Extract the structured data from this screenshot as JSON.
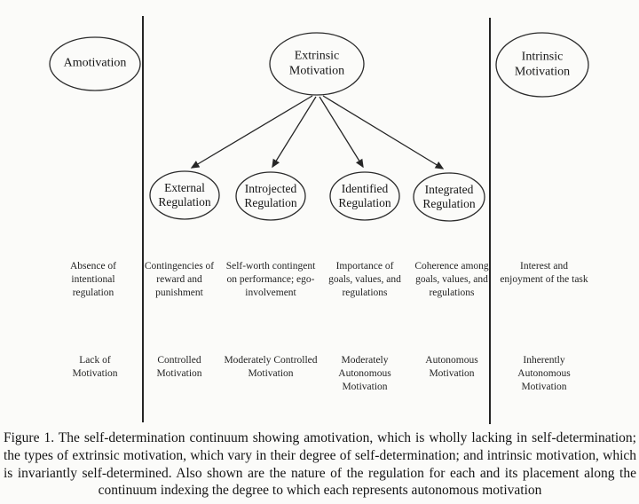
{
  "figure": {
    "top_nodes": [
      {
        "id": "amotivation",
        "label": "Amotivation"
      },
      {
        "id": "extrinsic-motivation",
        "label": "Extrinsic Motivation"
      },
      {
        "id": "intrinsic-motivation",
        "label": "Intrinsic Motivation"
      }
    ],
    "regulation_nodes": [
      {
        "id": "external-regulation",
        "label": "External Regulation"
      },
      {
        "id": "introjected-regulation",
        "label": "Introjected Regulation"
      },
      {
        "id": "identified-regulation",
        "label": "Identified Regulation"
      },
      {
        "id": "integrated-regulation",
        "label": "Integrated Regulation"
      }
    ],
    "nature_of_regulation": [
      "Absence of intentional regulation",
      "Contingencies of reward and punishment",
      "Self-worth contingent on performance; ego-involvement",
      "Importance of goals, values, and regulations",
      "Coherence among goals, values, and regulations",
      "Interest and enjoyment of the task"
    ],
    "motivation_quality": [
      "Lack of Motivation",
      "Controlled Motivation",
      "Moderately Controlled Motivation",
      "Moderately Autonomous Motivation",
      "Autonomous Motivation",
      "Inherently Autonomous Motivation"
    ],
    "caption_lines": [
      "Figure 1.  The self-determination continuum showing amotivation, which is wholly lacking in self-determination;",
      "the types of extrinsic motivation, which vary in their degree of self-determination; and intrinsic motivation, which",
      "is invariantly self-determined. Also shown are the nature of the regulation for each and its placement along the",
      "continuum indexing the degree to which each represents autonomous motivation"
    ],
    "colors": {
      "ink": "#1b1b1b",
      "background": "#fbfbf9"
    }
  }
}
